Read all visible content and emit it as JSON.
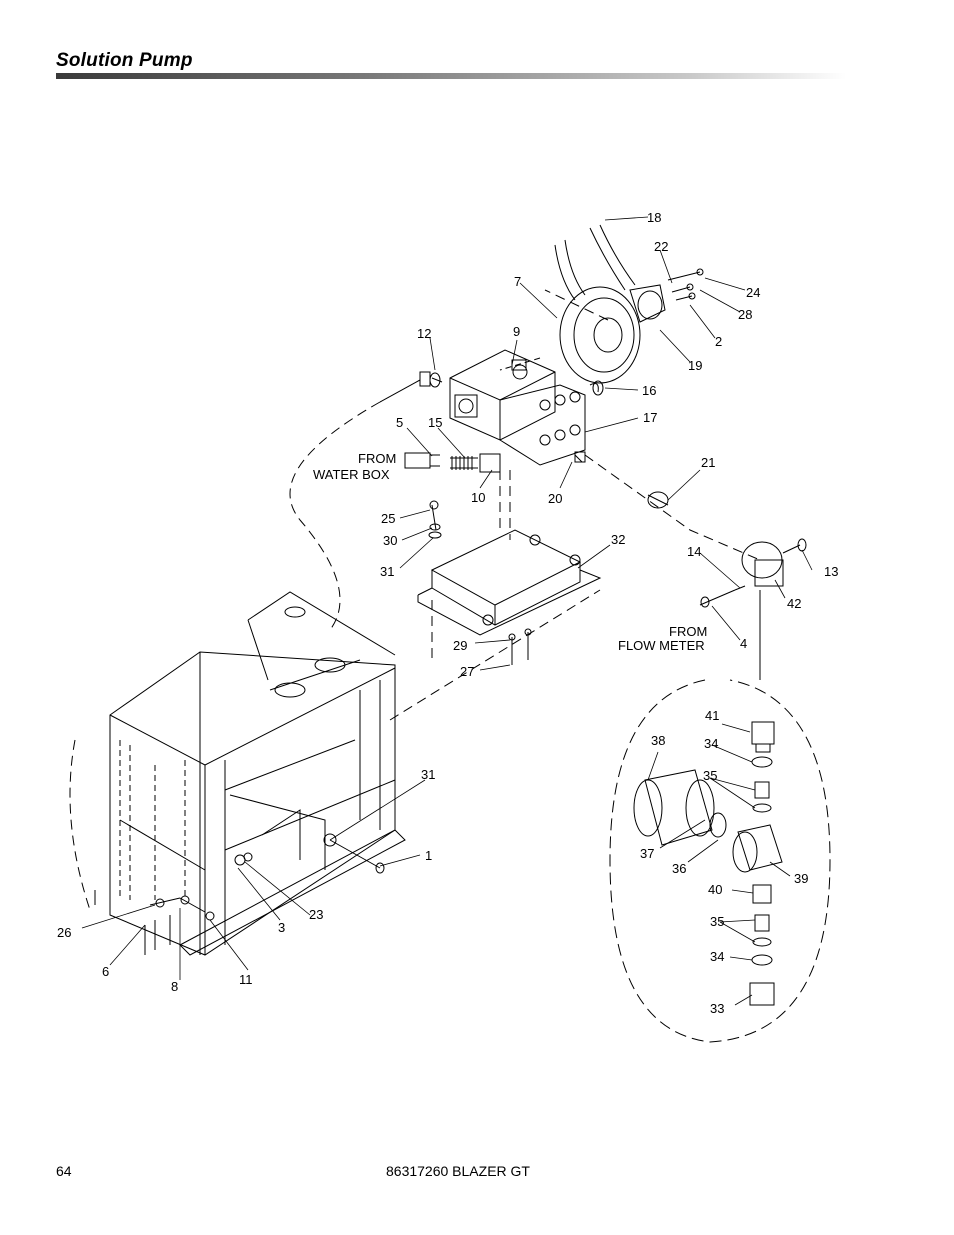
{
  "header": {
    "title": "Solution Pump"
  },
  "notes": {
    "from_water_box_1": "FROM",
    "from_water_box_2": "WATER BOX",
    "from_flow_meter_1": "FROM",
    "from_flow_meter_2": "FLOW METER"
  },
  "callouts": {
    "c1": "1",
    "c2": "2",
    "c3": "3",
    "c4": "4",
    "c5": "5",
    "c6": "6",
    "c7": "7",
    "c8": "8",
    "c9": "9",
    "c10": "10",
    "c11": "11",
    "c12": "12",
    "c13": "13",
    "c14": "14",
    "c15": "15",
    "c16": "16",
    "c17": "17",
    "c18": "18",
    "c19": "19",
    "c20": "20",
    "c21": "21",
    "c22": "22",
    "c23": "23",
    "c24": "24",
    "c25": "25",
    "c26": "26",
    "c27": "27",
    "c28": "28",
    "c29": "29",
    "c30": "30",
    "c31": "31",
    "c32": "32",
    "c33": "33",
    "c34": "34",
    "c35": "35",
    "c36": "36",
    "c37": "37",
    "c38": "38",
    "c39": "39",
    "c40": "40",
    "c41": "41",
    "c42": "42"
  },
  "footer": {
    "page_number": "64",
    "model": "86317260 BLAZER GT"
  }
}
